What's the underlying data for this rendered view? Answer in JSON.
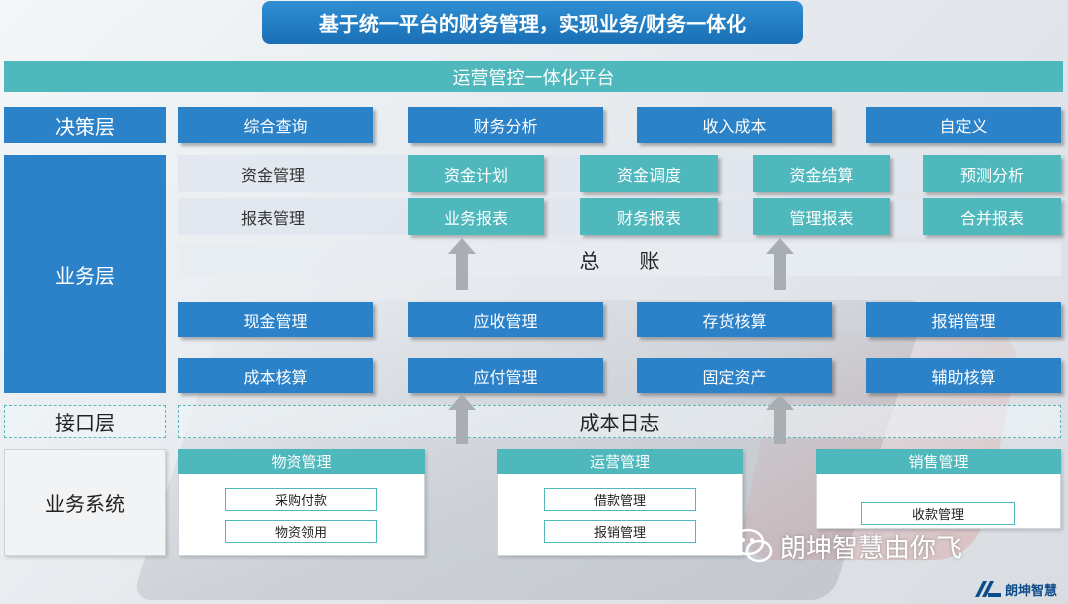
{
  "title": "基于统一平台的财务管理，实现业务/财务一体化",
  "platform": "运营管控一体化平台",
  "layers": {
    "decision": "决策层",
    "business": "业务层",
    "interface": "接口层",
    "system": "业务系统"
  },
  "decision_items": [
    "综合查询",
    "财务分析",
    "收入成本",
    "自定义"
  ],
  "fund_row": {
    "label": "资金管理",
    "items": [
      "资金计划",
      "资金调度",
      "资金结算",
      "预测分析"
    ]
  },
  "report_row": {
    "label": "报表管理",
    "items": [
      "业务报表",
      "财务报表",
      "管理报表",
      "合并报表"
    ]
  },
  "ledger": "总　　账",
  "business_row1": [
    "现金管理",
    "应收管理",
    "存货核算",
    "报销管理"
  ],
  "business_row2": [
    "成本核算",
    "应付管理",
    "固定资产",
    "辅助核算"
  ],
  "interface_log": "成本日志",
  "systems": [
    {
      "name": "物资管理",
      "items": [
        "采购付款",
        "物资领用"
      ]
    },
    {
      "name": "运营管理",
      "items": [
        "借款管理",
        "报销管理"
      ]
    },
    {
      "name": "销售管理",
      "items": [
        "收款管理"
      ]
    }
  ],
  "watermark": "朗坤智慧由你飞",
  "logo_text": "朗坤智慧",
  "colors": {
    "blue": "#2b82c9",
    "teal": "#4eb8bd",
    "title_blue": "#1a6fb5"
  }
}
